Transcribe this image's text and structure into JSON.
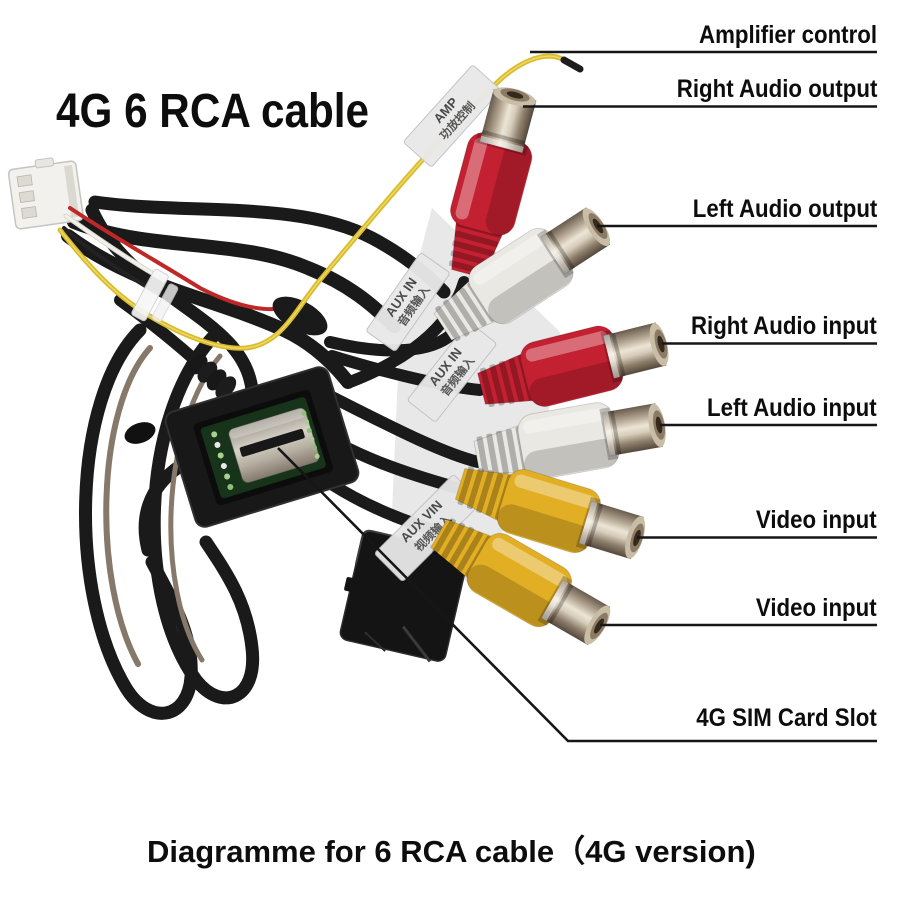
{
  "page": {
    "title": "4G 6 RCA cable",
    "caption": "Diagramme for 6 RCA cable（4G version)"
  },
  "callouts": [
    {
      "label": "Amplifier control"
    },
    {
      "label": "Right Audio output"
    },
    {
      "label": "Left Audio output"
    },
    {
      "label": "Right Audio input"
    },
    {
      "label": "Left Audio input"
    },
    {
      "label": "Video input"
    },
    {
      "label": "Video input"
    },
    {
      "label": "4G SIM Card Slot"
    }
  ],
  "photo": {
    "connectors": [
      {
        "id": "right-audio-output",
        "color": "#c32031"
      },
      {
        "id": "left-audio-output",
        "color": "#eae8e3"
      },
      {
        "id": "right-audio-input",
        "color": "#c32031"
      },
      {
        "id": "left-audio-input",
        "color": "#eae8e3"
      },
      {
        "id": "video-input-1",
        "color": "#e2ae24"
      },
      {
        "id": "video-input-2",
        "color": "#e2ae24"
      }
    ],
    "cable_tags": [
      {
        "line1": "AMP",
        "line2": "功放控制"
      },
      {
        "line1": "AUX IN",
        "line2": "音频输入"
      },
      {
        "line1": "AUX IN",
        "line2": "音频输入"
      },
      {
        "line1": "AUX VIN",
        "line2": "视频输入"
      }
    ],
    "amp_wire_color": "#d9bc2c",
    "cable_color": "#1a1a1a"
  }
}
